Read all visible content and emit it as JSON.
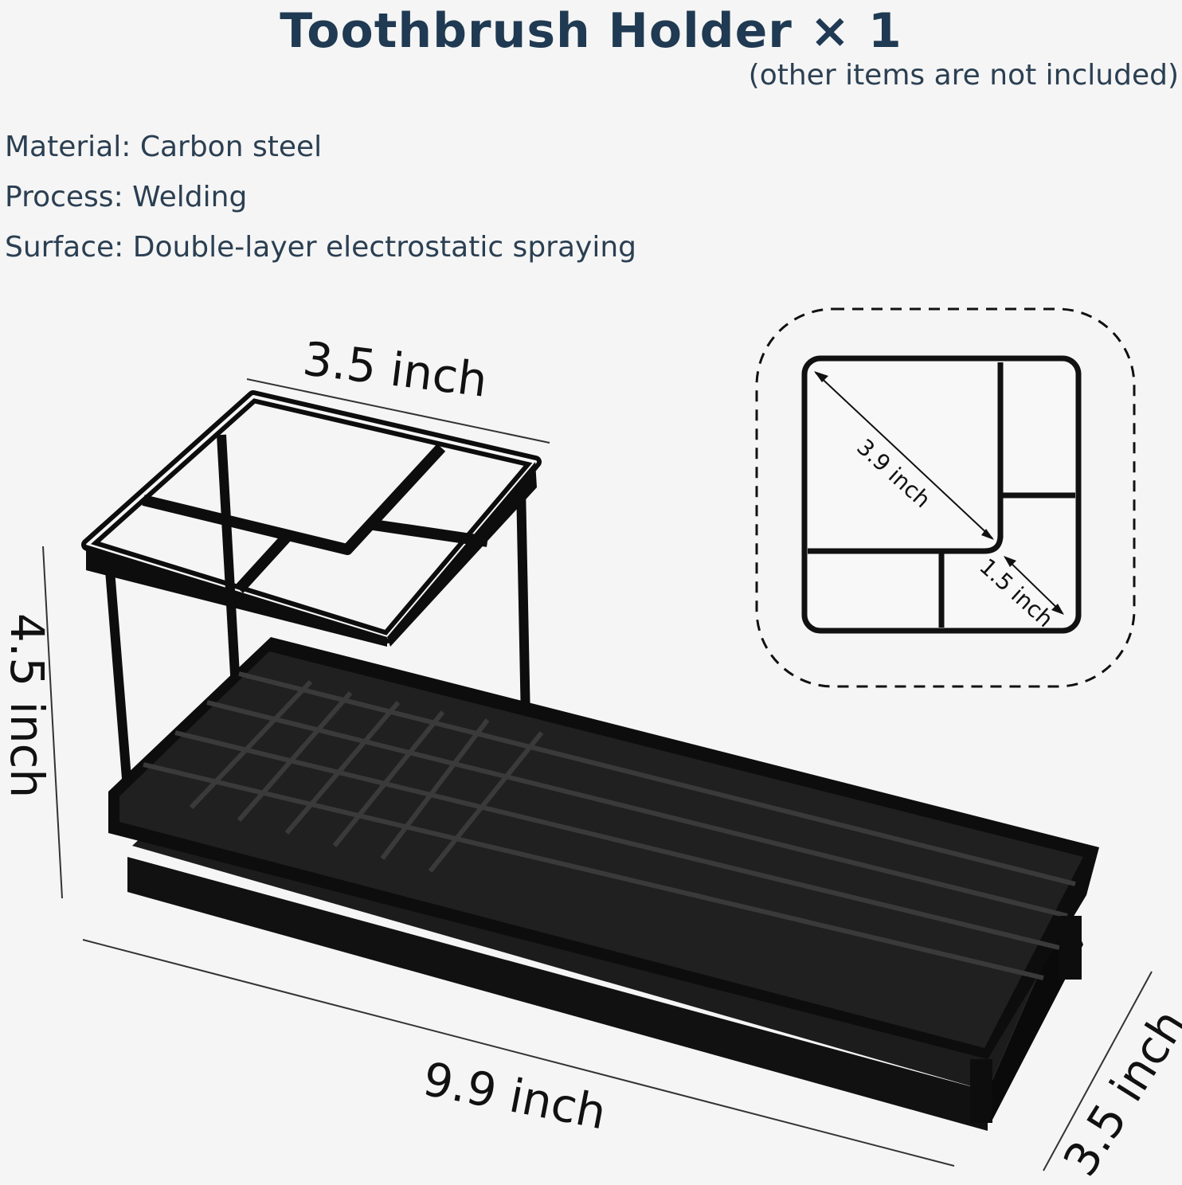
{
  "header": {
    "title": "Toothbrush Holder × 1",
    "subtitle": "(other items are not included)"
  },
  "specs": [
    {
      "text": "Material: Carbon steel"
    },
    {
      "text": "Process: Welding"
    },
    {
      "text": "Surface: Double-layer electrostatic spraying"
    }
  ],
  "dimensions": {
    "top_width": "3.5 inch",
    "height": "4.5 inch",
    "length": "9.9 inch",
    "depth": "3.5 inch",
    "diagonal": "3.9 inch",
    "cell": "1.5 inch"
  },
  "colors": {
    "background": "#f5f5f5",
    "title": "#1f3a52",
    "product": "#0d0d0d"
  }
}
